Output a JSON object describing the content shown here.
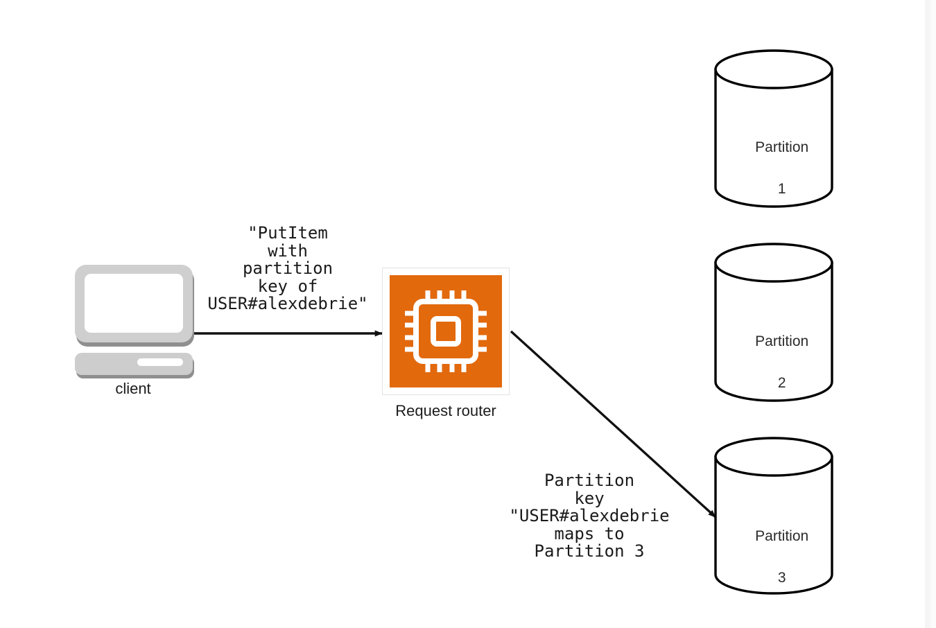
{
  "diagram": {
    "title": "DynamoDB request router partition routing",
    "background_color": "#ffffff",
    "accent_color": "#E2690C",
    "line_color": "#1a1a1a"
  },
  "nodes": {
    "client": {
      "caption": "client",
      "icon": "computer-icon",
      "body_color": "#cfcfcf",
      "screen_color": "#ffffff"
    },
    "router": {
      "caption": "Request router",
      "icon": "cpu-chip-icon",
      "tile_color": "#E2690C",
      "glyph_color": "#ffffff"
    },
    "partitions": [
      {
        "name": "Partition",
        "number": "1",
        "icon": "database-cylinder-icon"
      },
      {
        "name": "Partition",
        "number": "2",
        "icon": "database-cylinder-icon"
      },
      {
        "name": "Partition",
        "number": "3",
        "icon": "database-cylinder-icon"
      }
    ]
  },
  "edges": [
    {
      "id": "client-to-router",
      "from": "client",
      "to": "router",
      "label": "\"PutItem\nwith\npartition\nkey of\nUSER#alexdebrie\"",
      "arrowhead": "filled-triangle"
    },
    {
      "id": "router-to-partition-3",
      "from": "router",
      "to": "partition-3",
      "label": "Partition\nkey\n\"USER#alexdebrie\nmaps to\nPartition 3",
      "arrowhead": "filled-triangle"
    }
  ]
}
